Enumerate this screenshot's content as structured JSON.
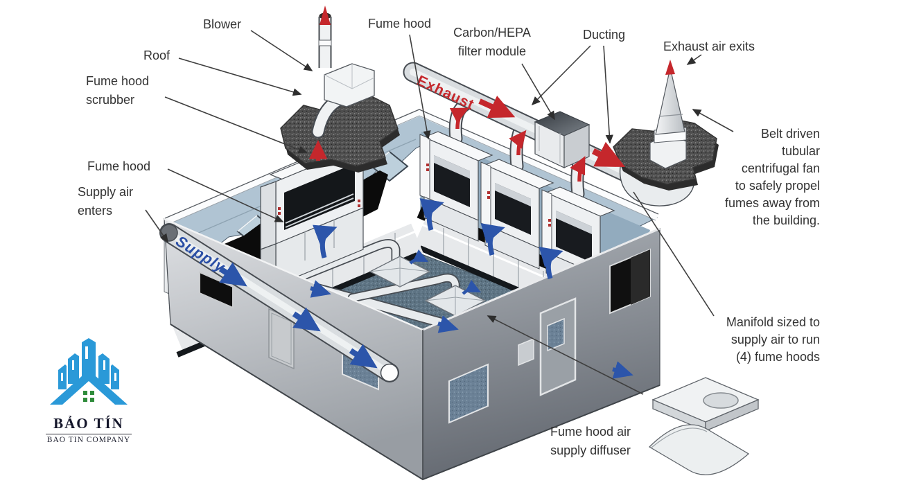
{
  "annotations": {
    "blower": "Blower",
    "roof": "Roof",
    "scrubber": [
      "Fume hood",
      "scrubber"
    ],
    "fume_hood_left": "Fume hood",
    "supply_enters": [
      "Supply air",
      "enters"
    ],
    "fume_hood_top": "Fume hood",
    "carbon_hepa": [
      "Carbon/HEPA",
      "filter module"
    ],
    "ducting": "Ducting",
    "exhaust_exits": "Exhaust air exits",
    "belt_fan": [
      "Belt driven",
      "tubular",
      "centrifugal fan",
      "to safely propel",
      "fumes away from",
      "the building."
    ],
    "manifold": [
      "Manifold sized to",
      "supply air to run",
      "(4) fume hoods"
    ],
    "diffuser": [
      "Fume hood air",
      "supply diffuser"
    ]
  },
  "duct_labels": {
    "exhaust": "Exhaust",
    "supply": "Supply"
  },
  "logo": {
    "name": "BẢO TÍN",
    "company": "BAO TIN COMPANY"
  },
  "colors": {
    "exhaust_red": "#c5272c",
    "supply_blue": "#2b4fa5",
    "arrow_blue": "#2c55aa",
    "roof_blue": "#b0c4d3",
    "wall_blue": "#92abbe",
    "floor_gray_blue": "#5d7383",
    "exterior_light": "#c9ccd0",
    "exterior_dark": "#8e939a",
    "logo_blue": "#2a99d8",
    "logo_green": "#2e8b3a",
    "label_text": "#333333"
  }
}
